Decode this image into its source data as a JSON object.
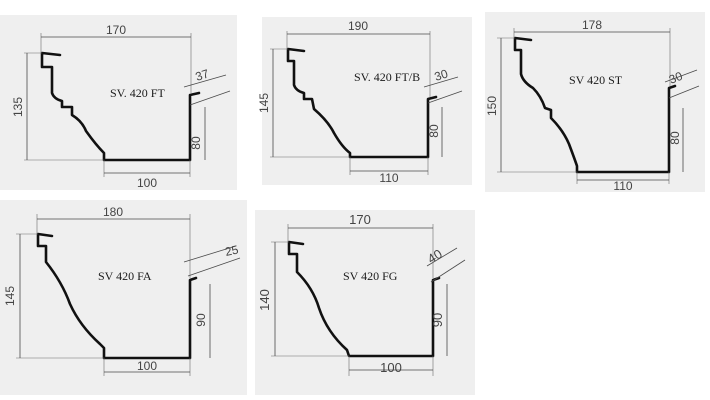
{
  "colors": {
    "panel_background": "#efefef",
    "profile_stroke": "#111111",
    "dimension_stroke": "#4a4a4a"
  },
  "profiles": [
    {
      "name": "SV. 420 FT",
      "width": "170",
      "height": "135",
      "bottom": "100",
      "back_height": "80",
      "angle": "37"
    },
    {
      "name": "SV. 420 FT/B",
      "width": "190",
      "height": "145",
      "bottom": "110",
      "back_height": "80",
      "angle": "30"
    },
    {
      "name": "SV 420 ST",
      "width": "178",
      "height": "150",
      "bottom": "110",
      "back_height": "80",
      "angle": "30"
    },
    {
      "name": "SV 420 FA",
      "width": "180",
      "height": "145",
      "bottom": "100",
      "back_height": "90",
      "angle": "25"
    },
    {
      "name": "SV 420 FG",
      "width": "170",
      "height": "140",
      "bottom": "100",
      "back_height": "90",
      "angle": "40"
    }
  ]
}
